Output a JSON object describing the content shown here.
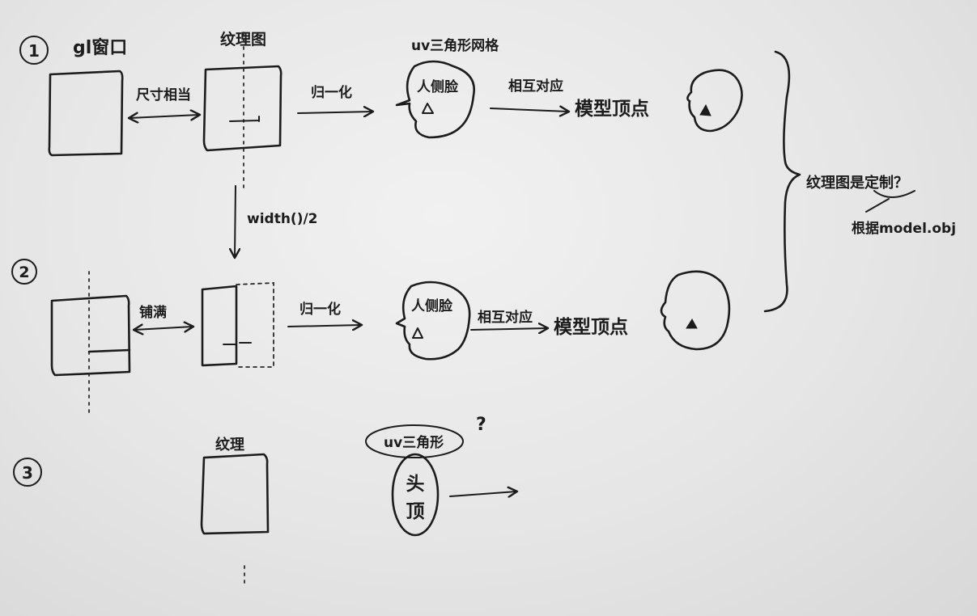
{
  "section_markers": [
    "1",
    "2",
    "3"
  ],
  "row1": {
    "gl_window_label": "gl窗口",
    "texture_label": "纹理图",
    "size_arrow_label": "尺寸相当",
    "normalize_label": "归一化",
    "uv_mesh_label": "uv三角形网格",
    "face_label": "人侧脸",
    "map_label": "相互对应",
    "vertex_label": "模型顶点"
  },
  "transition_label": "width()/2",
  "row2": {
    "fill_label": "铺满",
    "normalize_label": "归一化",
    "face_label": "人侧脸",
    "map_label": "相互对应",
    "vertex_label": "模型顶点"
  },
  "brace_note": {
    "question": "纹理图是定制？",
    "answer": "根据model.obj"
  },
  "row3": {
    "texture_label": "纹理",
    "uv_label": "uv三角形",
    "question_mark": "?",
    "head_top_label_1": "头",
    "head_top_label_2": "顶"
  }
}
